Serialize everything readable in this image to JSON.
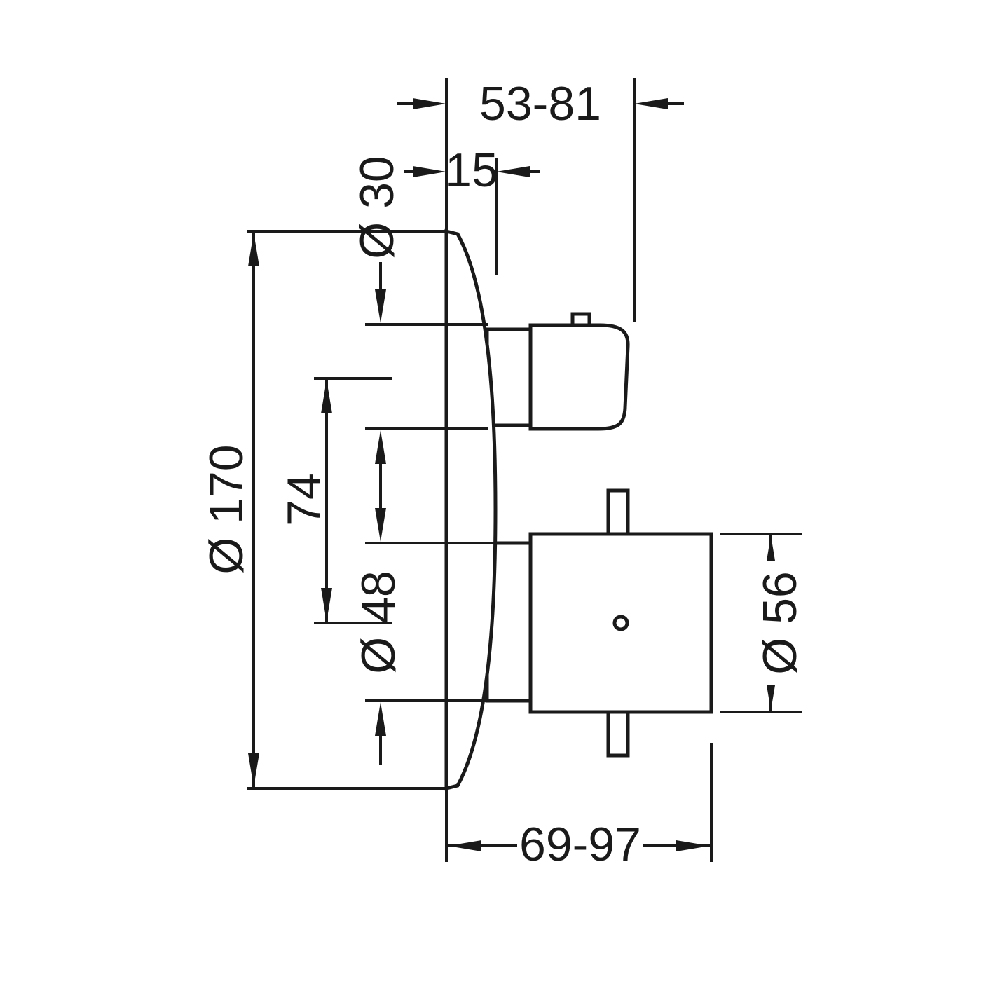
{
  "drawing": {
    "type": "technical-dimension-drawing",
    "subject": "thermostatic-mixer-trim-side-view",
    "colors": {
      "line": "#1a1a1a",
      "background": "#ffffff"
    },
    "dimensions": {
      "installation_depth_top": "53-81",
      "plate_thickness": "15",
      "thermostat_handle_diameter": "Ø 30",
      "escutcheon_diameter": "Ø 170",
      "handle_center_distance": "74",
      "sleeve_diameter": "Ø 48",
      "shutoff_handle_diameter": "Ø 56",
      "installation_depth_bottom": "69-97"
    }
  }
}
